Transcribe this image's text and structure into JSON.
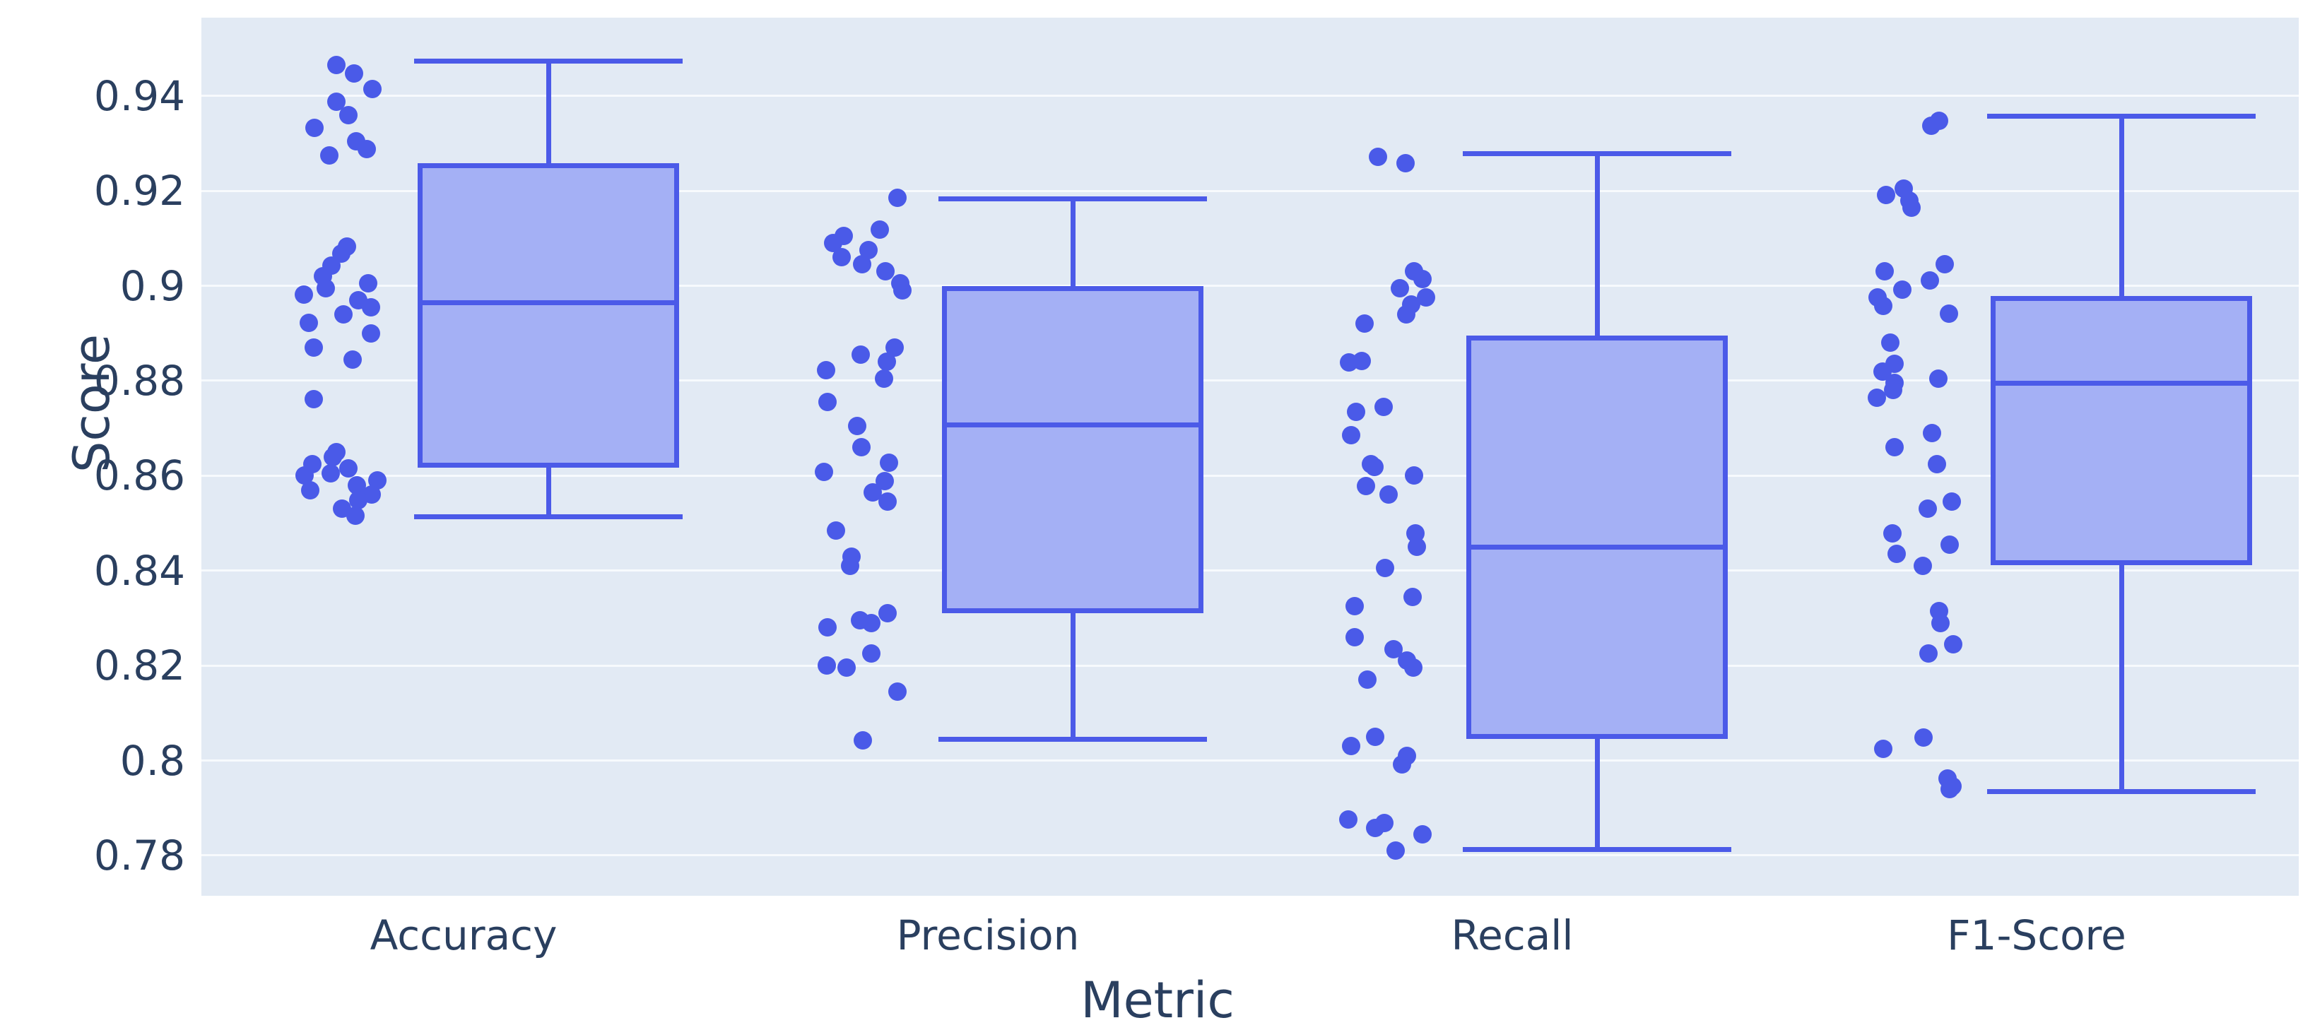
{
  "chart_data": {
    "type": "box",
    "title": "",
    "xlabel": "Metric",
    "ylabel": "Score",
    "categories": [
      "Accuracy",
      "Precision",
      "Recall",
      "F1-Score"
    ],
    "ylim": [
      0.7715,
      0.9565
    ],
    "ytick_labels": [
      "0.94",
      "0.92",
      "0.9",
      "0.88",
      "0.86",
      "0.84",
      "0.82",
      "0.8",
      "0.78"
    ],
    "ytick_values": [
      0.94,
      0.92,
      0.9,
      0.88,
      0.86,
      0.84,
      0.82,
      0.8,
      0.78
    ],
    "grid": true,
    "legend": "none",
    "colors": {
      "plot_background": "#e2eaf4",
      "paper_background": "#ffffff",
      "box_fill": "#a4b0f5",
      "box_line": "#4b5ae8",
      "point": "#4a5ae8",
      "gridline": "#f7fafd",
      "text": "#2a3f5f"
    },
    "boxes": [
      {
        "name": "Accuracy",
        "whisker_low": 0.8513,
        "q1": 0.8617,
        "median": 0.8965,
        "q3": 0.9259,
        "whisker_high": 0.9473,
        "points": [
          0.9465,
          0.9448,
          0.9414,
          0.9388,
          0.936,
          0.9333,
          0.9305,
          0.9288,
          0.9275,
          0.9083,
          0.9068,
          0.9042,
          0.902,
          0.9005,
          0.8995,
          0.8982,
          0.897,
          0.8955,
          0.894,
          0.8922,
          0.89,
          0.887,
          0.8845,
          0.8762,
          0.865,
          0.864,
          0.8625,
          0.8615,
          0.8605,
          0.86,
          0.859,
          0.858,
          0.857,
          0.856,
          0.8548,
          0.853,
          0.8515
        ]
      },
      {
        "name": "Precision",
        "whisker_low": 0.8045,
        "q1": 0.8311,
        "median": 0.8707,
        "q3": 0.9,
        "whisker_high": 0.9183,
        "points": [
          0.9185,
          0.9118,
          0.9105,
          0.909,
          0.9075,
          0.906,
          0.9045,
          0.903,
          0.9005,
          0.899,
          0.887,
          0.8855,
          0.884,
          0.8822,
          0.8805,
          0.8755,
          0.8705,
          0.866,
          0.8628,
          0.8608,
          0.8588,
          0.8565,
          0.8545,
          0.8485,
          0.843,
          0.841,
          0.831,
          0.8295,
          0.829,
          0.828,
          0.8225,
          0.82,
          0.8195,
          0.8145,
          0.8042
        ]
      },
      {
        "name": "Recall",
        "whisker_low": 0.7812,
        "q1": 0.8045,
        "median": 0.845,
        "q3": 0.8895,
        "whisker_high": 0.9278,
        "points": [
          0.9272,
          0.9258,
          0.903,
          0.9015,
          0.8995,
          0.8975,
          0.896,
          0.894,
          0.892,
          0.8842,
          0.8838,
          0.8745,
          0.8735,
          0.8685,
          0.8625,
          0.8618,
          0.86,
          0.8578,
          0.856,
          0.8478,
          0.845,
          0.8405,
          0.8345,
          0.8325,
          0.826,
          0.8235,
          0.821,
          0.8195,
          0.817,
          0.805,
          0.803,
          0.801,
          0.7992,
          0.7875,
          0.7868,
          0.7858,
          0.7845,
          0.781
        ]
      },
      {
        "name": "F1-Score",
        "whisker_low": 0.7935,
        "q1": 0.8412,
        "median": 0.8795,
        "q3": 0.8978,
        "whisker_high": 0.9358,
        "points": [
          0.9348,
          0.9338,
          0.9205,
          0.9192,
          0.918,
          0.9165,
          0.9045,
          0.903,
          0.9012,
          0.8992,
          0.8975,
          0.8958,
          0.8942,
          0.888,
          0.8835,
          0.882,
          0.8805,
          0.8795,
          0.878,
          0.8765,
          0.869,
          0.866,
          0.8625,
          0.8545,
          0.853,
          0.8478,
          0.8455,
          0.8435,
          0.841,
          0.8315,
          0.829,
          0.8245,
          0.8225,
          0.8048,
          0.8025,
          0.7962,
          0.7945,
          0.794
        ]
      }
    ]
  }
}
